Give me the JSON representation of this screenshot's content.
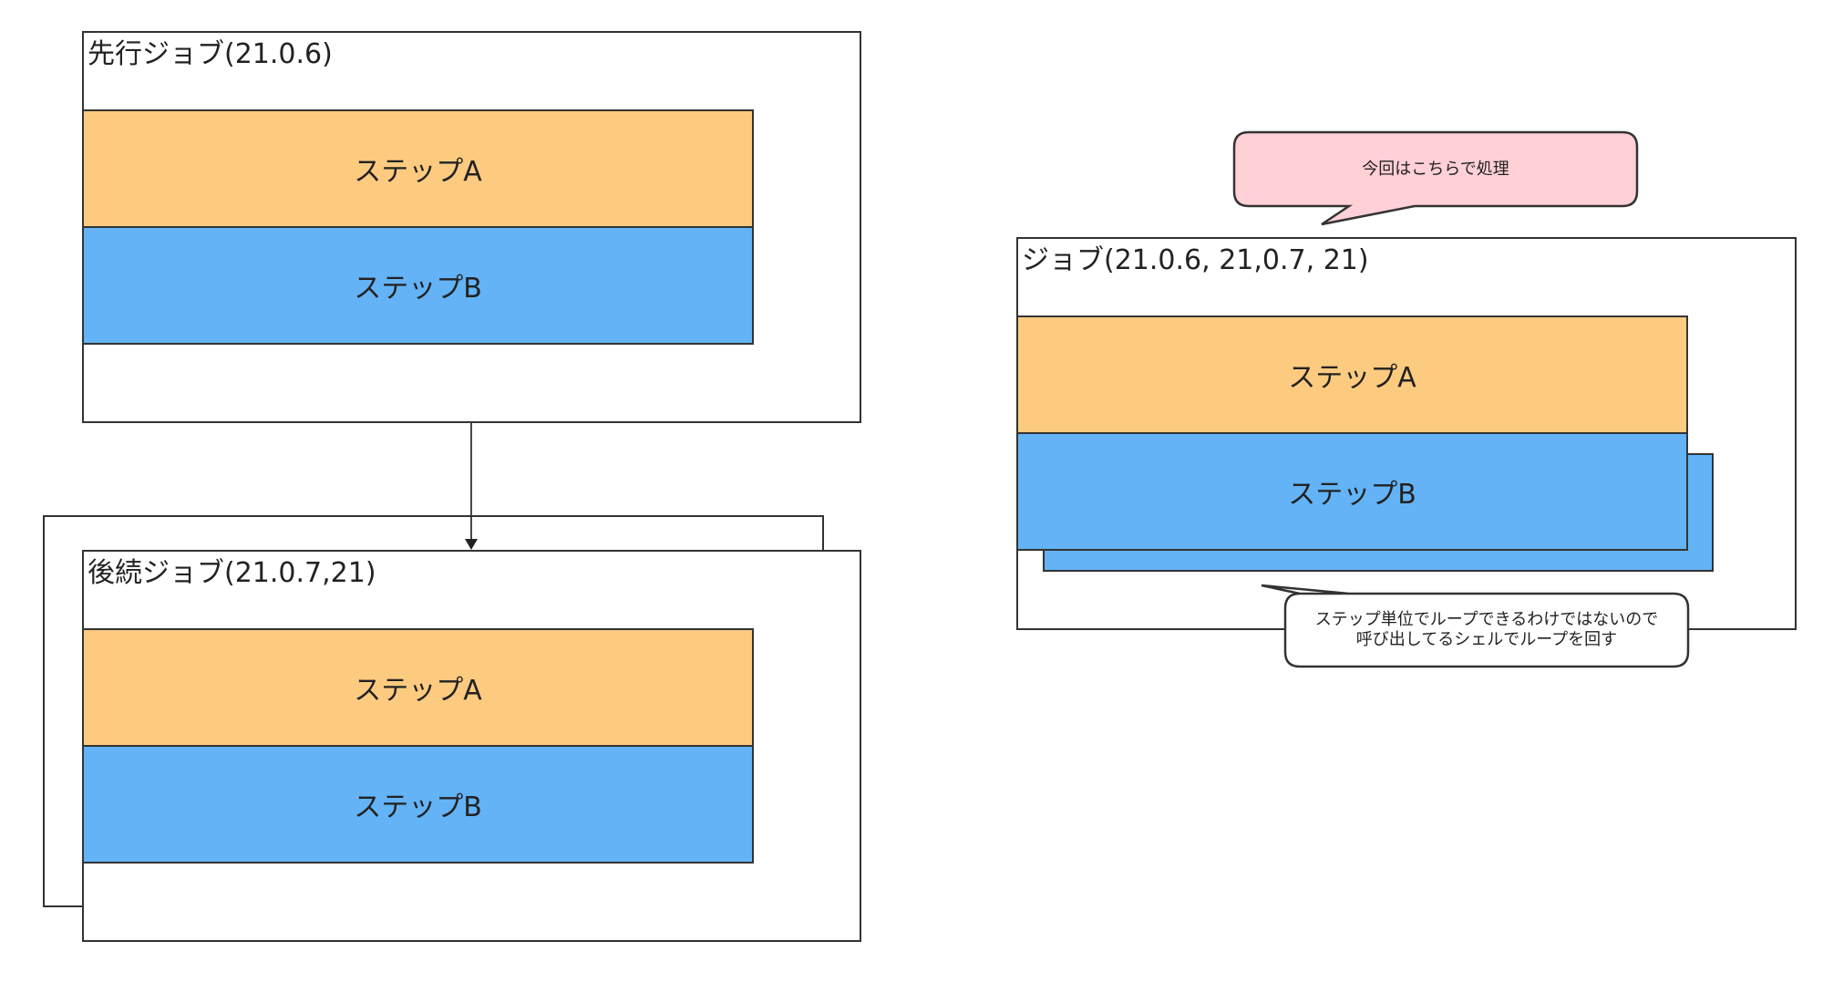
{
  "colors": {
    "border": "#333333",
    "step_a": "#FDCB80",
    "step_b": "#63B3F6",
    "callout_pink": "#FFD0D6",
    "connector": "#333333"
  },
  "left_diagram": {
    "preceding_job": {
      "title": "先行ジョブ(21.0.6)",
      "step_a": "ステップA",
      "step_b": "ステップB"
    },
    "following_job": {
      "title": "後続ジョブ(21.0.7,21)",
      "step_a": "ステップA",
      "step_b": "ステップB"
    }
  },
  "right_diagram": {
    "job": {
      "title": "ジョブ(21.0.6, 21,0.7, 21)",
      "step_a": "ステップA",
      "step_b": "ステップB"
    },
    "callout_top": "今回はこちらで処理",
    "callout_bottom_line1": "ステップ単位でループできるわけではないので",
    "callout_bottom_line2": "呼び出してるシェルでループを回す"
  }
}
